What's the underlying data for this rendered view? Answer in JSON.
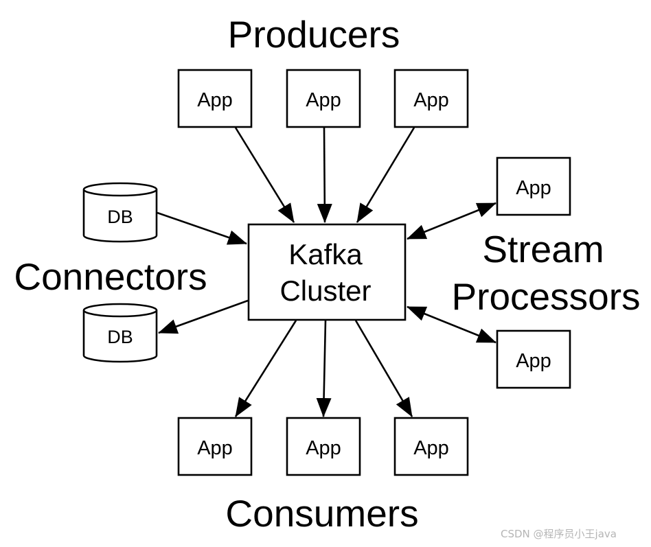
{
  "diagram": {
    "title": "Kafka Cluster APIs",
    "group_labels": {
      "producers": "Producers",
      "consumers": "Consumers",
      "connectors": "Connectors",
      "stream_processors_line1": "Stream",
      "stream_processors_line2": "Processors"
    },
    "nodes": {
      "kafka": {
        "label_line1": "Kafka",
        "label_line2": "Cluster",
        "type": "box"
      },
      "producer_1": {
        "label": "App",
        "type": "box",
        "group": "producers"
      },
      "producer_2": {
        "label": "App",
        "type": "box",
        "group": "producers"
      },
      "producer_3": {
        "label": "App",
        "type": "box",
        "group": "producers"
      },
      "consumer_1": {
        "label": "App",
        "type": "box",
        "group": "consumers"
      },
      "consumer_2": {
        "label": "App",
        "type": "box",
        "group": "consumers"
      },
      "consumer_3": {
        "label": "App",
        "type": "box",
        "group": "consumers"
      },
      "stream_1": {
        "label": "App",
        "type": "box",
        "group": "stream_processors"
      },
      "stream_2": {
        "label": "App",
        "type": "box",
        "group": "stream_processors"
      },
      "db_source": {
        "label": "DB",
        "type": "cylinder",
        "group": "connectors"
      },
      "db_sink": {
        "label": "DB",
        "type": "cylinder",
        "group": "connectors"
      }
    },
    "edges": [
      {
        "from": "producer_1",
        "to": "kafka",
        "direction": "forward"
      },
      {
        "from": "producer_2",
        "to": "kafka",
        "direction": "forward"
      },
      {
        "from": "producer_3",
        "to": "kafka",
        "direction": "forward"
      },
      {
        "from": "kafka",
        "to": "consumer_1",
        "direction": "forward"
      },
      {
        "from": "kafka",
        "to": "consumer_2",
        "direction": "forward"
      },
      {
        "from": "kafka",
        "to": "consumer_3",
        "direction": "forward"
      },
      {
        "from": "db_source",
        "to": "kafka",
        "direction": "forward"
      },
      {
        "from": "kafka",
        "to": "db_sink",
        "direction": "forward"
      },
      {
        "from": "kafka",
        "to": "stream_1",
        "direction": "both"
      },
      {
        "from": "kafka",
        "to": "stream_2",
        "direction": "both"
      }
    ]
  },
  "watermark": "CSDN @程序员小王java"
}
